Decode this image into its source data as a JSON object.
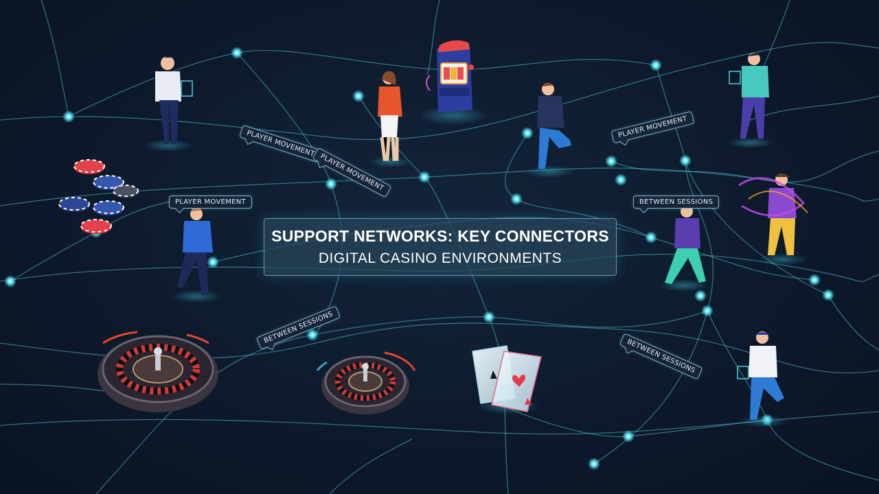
{
  "title": {
    "main": "SUPPORT NETWORKS: KEY CONNECTORS",
    "sub": "DIGITAL CASINO ENVIRONMENTS"
  },
  "labels": {
    "player_movement_1": "PLAYER MOVEMENT",
    "player_movement_2": "PLAYER MOVEMENT",
    "player_movement_3": "PLAYER MOVEMENT",
    "player_movement_4": "PLAYER MOVEMENT",
    "between_sessions_1": "BETWEEN SESSIONS",
    "between_sessions_2": "BETWEEN SESSIONS",
    "between_sessions_3": "BETWEEN SESSIONS"
  },
  "colors": {
    "background": "#0c1626",
    "network_line": "#4fb8c9",
    "node_glow": "#5ff0ff",
    "chip_red": "#d8323c",
    "chip_blue": "#2b4fa8"
  },
  "icons": [
    "slot-machine-icon",
    "poker-chips-icon",
    "roulette-wheel-icon",
    "playing-cards-icon",
    "person-icon"
  ]
}
